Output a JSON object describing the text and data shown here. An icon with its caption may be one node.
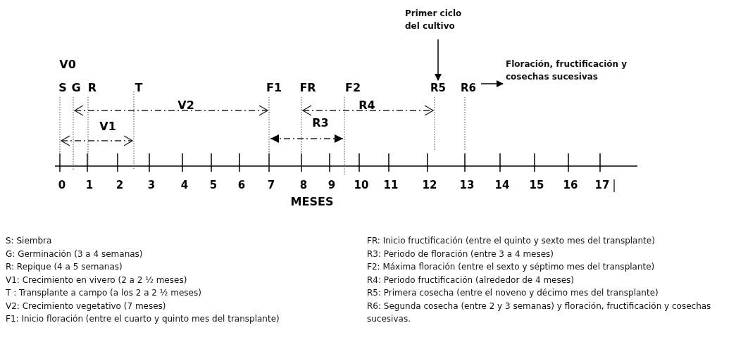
{
  "diagram": {
    "nodes": [
      {
        "text": [
          "Primer ciclo del cultivo"
        ]
      },
      {
        "text": [
          "R5"
        ]
      },
      {
        "text": [
          "R6"
        ]
      },
      {
        "text": [
          "Floración, fructificación y cosechas sucesivas"
        ]
      }
    ],
    "edges": [
      {
        "from": 0,
        "to": 1,
        "arrow": "to"
      },
      {
        "from": 2,
        "to": 3,
        "arrow": "to"
      }
    ],
    "labels": [
      "V0",
      "S",
      "G",
      "R",
      "T",
      "F1",
      "FR",
      "F2",
      "V2",
      "R4",
      "V1",
      "R3",
      "0",
      "1",
      "2",
      "3",
      "4",
      "5",
      "6",
      "7",
      "8",
      "9",
      "10",
      "11",
      "12",
      "13",
      "14",
      "15",
      "16",
      "17",
      "MESES",
      "S: Siembra",
      "G: Germinación (3 a 4 semanas)",
      "R: Repique (4 a 5 semanas)",
      "V1: Crecimiento en vivero (2 a 2 ½ meses)",
      "T : Transplante a campo (a los 2 a 2 ½ meses)",
      "V2: Crecimiento vegetativo (7 meses)",
      "F1: Inicio floración (entre el cuarto y quinto mes del transplante)",
      "FR: Inicio fructificación (entre el quinto y sexto mes del transplante)",
      "R3: Periodo de floración (entre 3 a 4 meses)",
      "F2: Máxima floración (entre el sexto y séptimo mes del transplante)",
      "R4: Periodo fructificación (alrededor de 4 meses)",
      "R5: Primera cosecha (entre el noveno y décimo mes del transplante)",
      "R6: Segunda cosecha (entre 2 y 3 semanas) y floración, fructificación y cosechas sucesivas."
    ]
  }
}
